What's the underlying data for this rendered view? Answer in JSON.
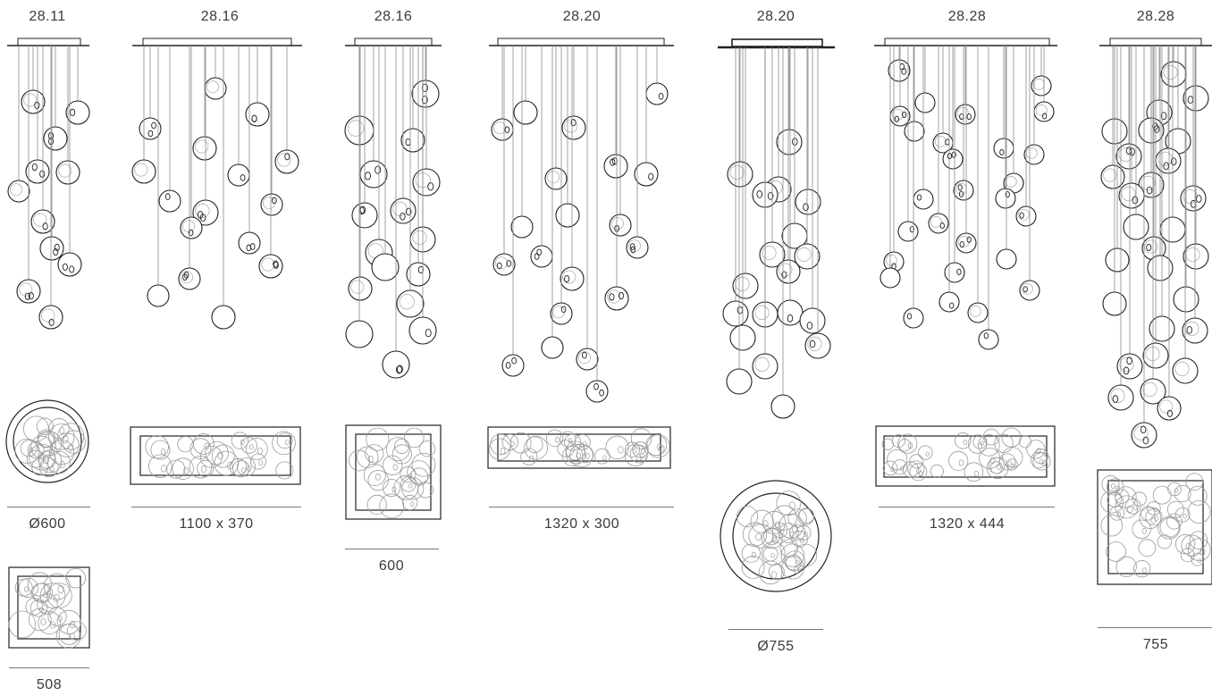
{
  "models": [
    {
      "code": "28.11",
      "dimension": "Ø600",
      "dimension_alt": "508"
    },
    {
      "code": "28.16",
      "dimension": "1100 x 370"
    },
    {
      "code": "28.16",
      "dimension": "600"
    },
    {
      "code": "28.20",
      "dimension": "1320 x 300"
    },
    {
      "code": "28.20",
      "dimension": "Ø755"
    },
    {
      "code": "28.28",
      "dimension": "1320 x 444"
    },
    {
      "code": "28.28",
      "dimension": "755"
    }
  ],
  "colors": {
    "line": "#222222",
    "light": "#9a9a9a",
    "text": "#3a3a3a"
  }
}
